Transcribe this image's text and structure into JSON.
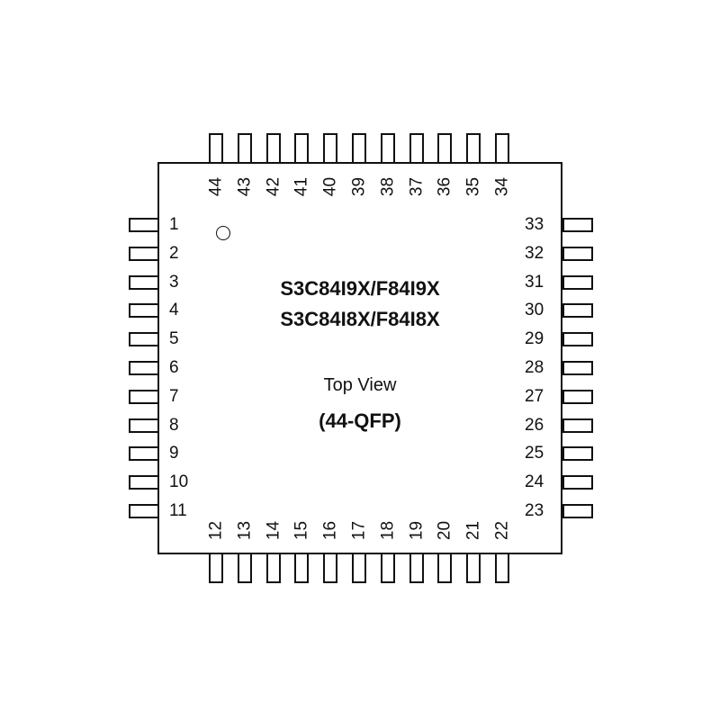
{
  "diagram": {
    "type": "ic-pinout",
    "package": "44-QFP",
    "part_names": [
      "S3C84I9X/F84I9X",
      "S3C84I8X/F84I8X"
    ],
    "view_label": "Top View",
    "package_label": "(44-QFP)",
    "pin1_marker": "circle",
    "pins": {
      "left": [
        "1",
        "2",
        "3",
        "4",
        "5",
        "6",
        "7",
        "8",
        "9",
        "10",
        "11"
      ],
      "bottom": [
        "12",
        "13",
        "14",
        "15",
        "16",
        "17",
        "18",
        "19",
        "20",
        "21",
        "22"
      ],
      "right": [
        "23",
        "24",
        "25",
        "26",
        "27",
        "28",
        "29",
        "30",
        "31",
        "32",
        "33"
      ],
      "top": [
        "34",
        "35",
        "36",
        "37",
        "38",
        "39",
        "40",
        "41",
        "42",
        "43",
        "44"
      ]
    },
    "colors": {
      "line": "#111111",
      "background": "#ffffff"
    }
  }
}
